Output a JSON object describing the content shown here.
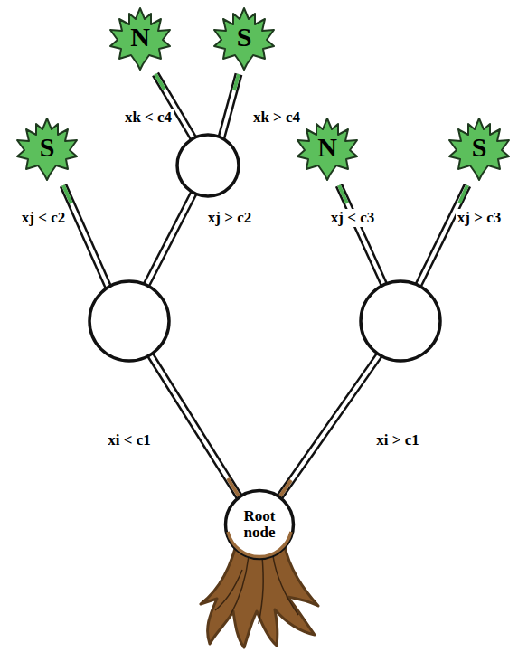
{
  "diagram": {
    "nodes": [
      {
        "text": [
          "N"
        ]
      },
      {
        "text": [
          "S"
        ]
      },
      {
        "text": [
          "S"
        ]
      },
      {
        "text": [
          "N"
        ]
      },
      {
        "text": [
          "S"
        ]
      },
      {
        "text": [
          "Root node"
        ]
      }
    ],
    "labels": [
      "xk < c4",
      "xk > c4",
      "xj < c2",
      "xj > c2",
      "xj < c3",
      "xj > c3",
      "xi < c1",
      "xi > c1"
    ]
  }
}
